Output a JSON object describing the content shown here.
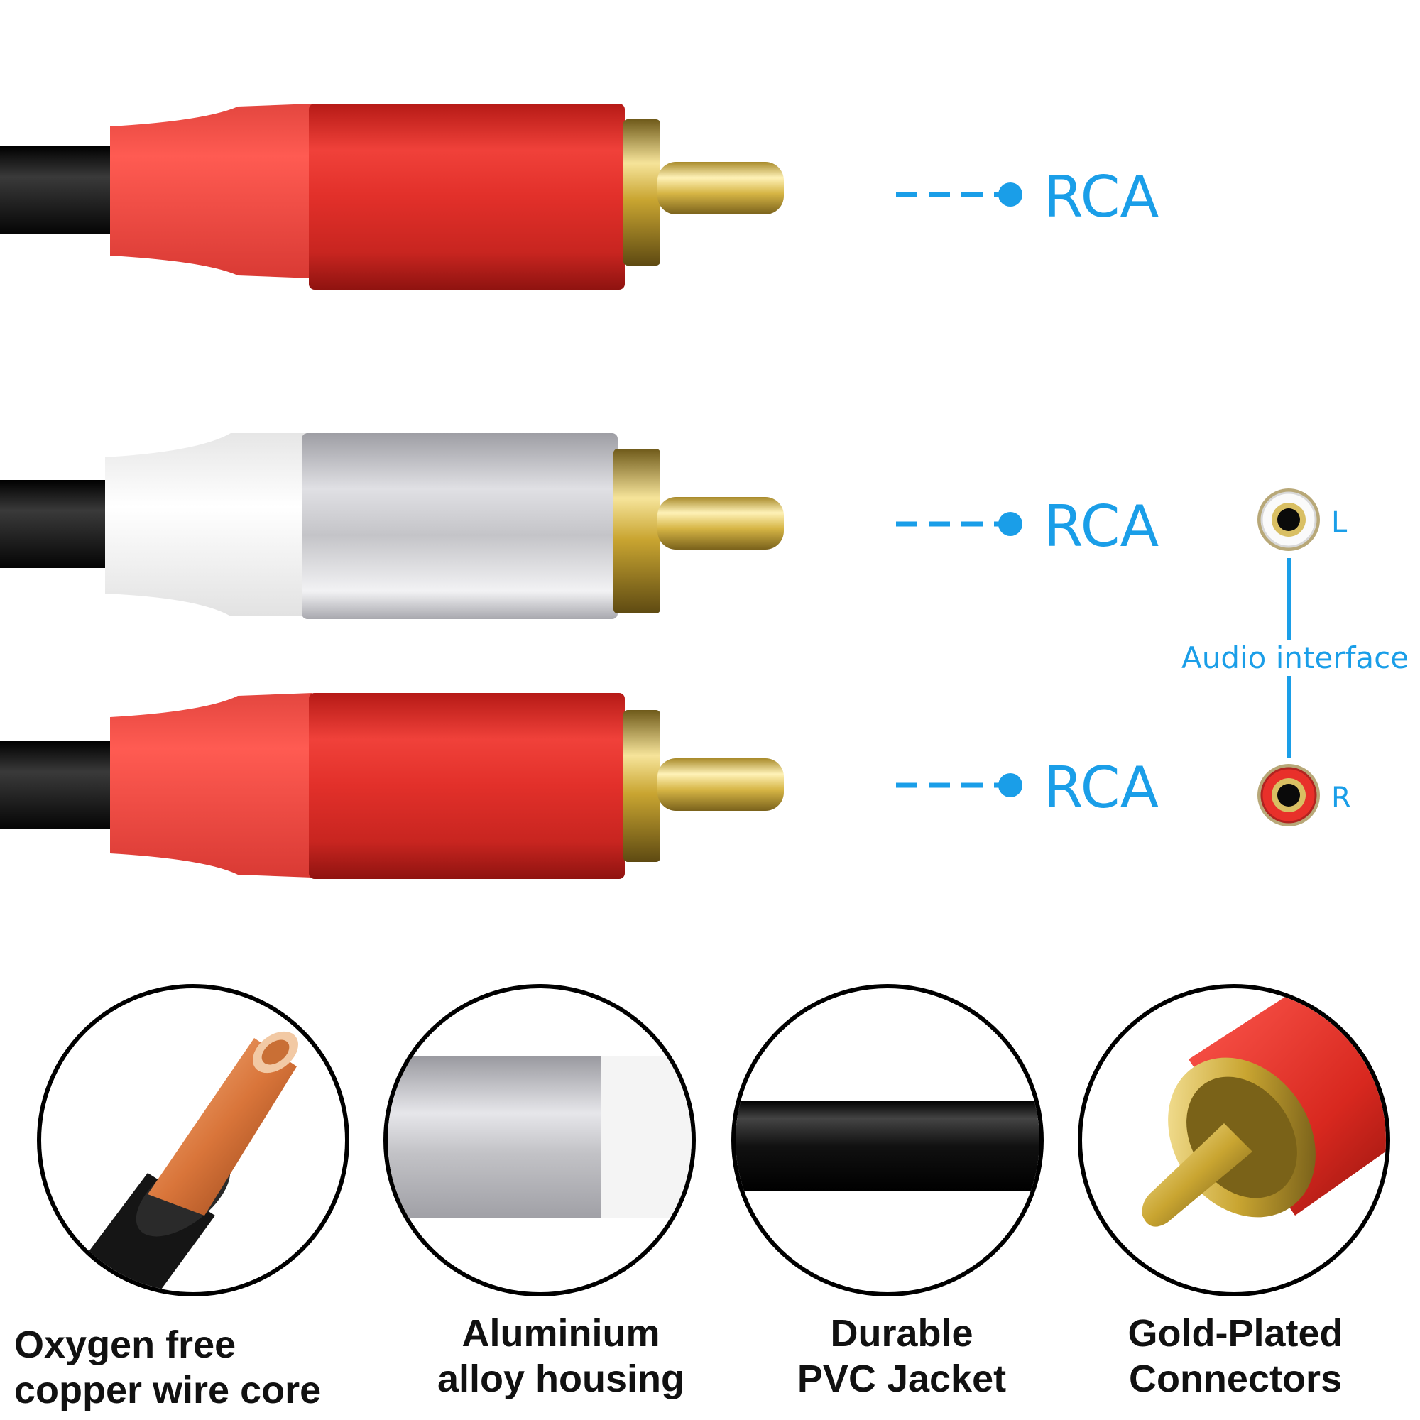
{
  "plugs": [
    {
      "label": "RCA",
      "color": "red"
    },
    {
      "label": "RCA",
      "color": "white"
    },
    {
      "label": "RCA",
      "color": "red"
    }
  ],
  "audio_interface": {
    "label": "Audio interface",
    "left_label": "L",
    "right_label": "R"
  },
  "features": [
    {
      "line1": "Oxygen free",
      "line2": "copper wire core"
    },
    {
      "line1": "Aluminium",
      "line2": "alloy housing"
    },
    {
      "line1": "Durable",
      "line2": "PVC Jacket"
    },
    {
      "line1": "Gold-Plated",
      "line2": "Connectors"
    }
  ],
  "colors": {
    "accent": "#1a9ee8",
    "plug_red": "#e8302a",
    "plug_white": "#f4f4f4",
    "gold": "#c9a531",
    "cable": "#151515"
  }
}
